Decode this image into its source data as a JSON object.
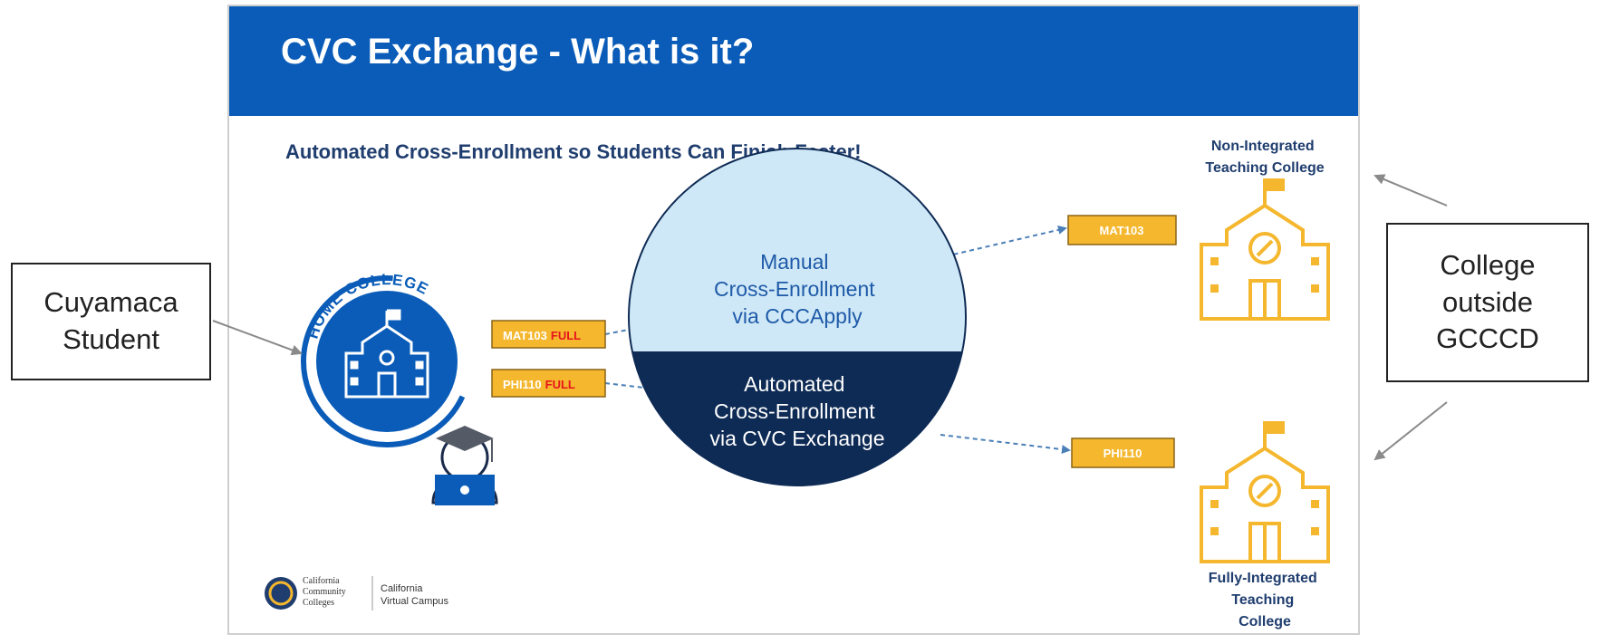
{
  "slide": {
    "title": "CVC Exchange - What is it?",
    "subtitle": "Automated Cross-Enrollment so Students Can Finish Faster!",
    "home_college_label": "HOME COLLEGE",
    "manual_lines": [
      "Manual",
      "Cross-Enrollment",
      "via CCCApply"
    ],
    "automated_lines": [
      "Automated",
      "Cross-Enrollment",
      "via CVC Exchange"
    ],
    "course_tags": {
      "mat_home": "MAT103",
      "phi_home": "PHI110",
      "full_text": "FULL",
      "mat_target": "MAT103",
      "phi_target": "PHI110"
    },
    "non_integrated_lines": [
      "Non-Integrated",
      "Teaching College"
    ],
    "fully_integrated_lines": [
      "Fully-Integrated",
      "Teaching",
      "College"
    ],
    "logo": {
      "ccc_lines": [
        "California",
        "Community",
        "Colleges"
      ],
      "cvc_lines": [
        "California",
        "Virtual Campus"
      ]
    },
    "colors": {
      "header_blue": "#0a5cb8",
      "navy": "#0e2b55",
      "light_blue": "#cfe8f7",
      "text_blue": "#1e5aa8",
      "gold": "#f4b72e",
      "full_red": "#e8141b"
    }
  },
  "callouts": {
    "student_lines": [
      "Cuyamaca",
      "Student"
    ],
    "outside_lines": [
      "College",
      "outside",
      "GCCCD"
    ]
  }
}
